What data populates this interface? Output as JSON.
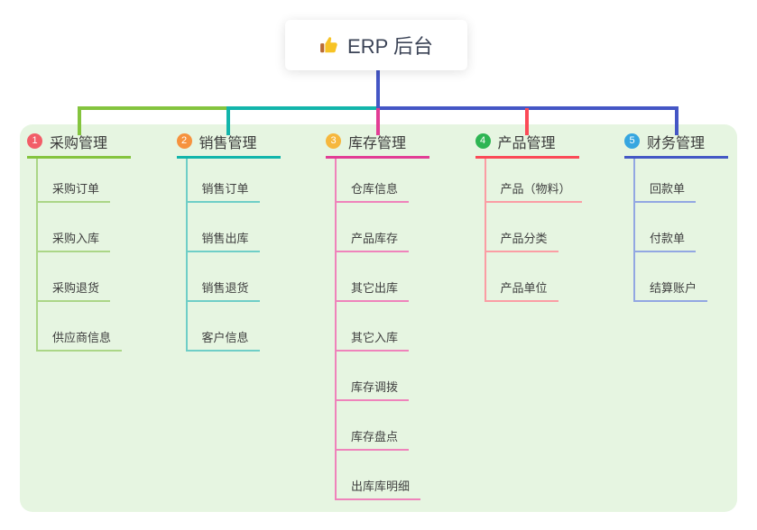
{
  "root": {
    "label": "ERP 后台",
    "icon": "thumbs-up-icon"
  },
  "branches": [
    {
      "num": "1",
      "label": "采购管理",
      "badge_color": "#f25d68",
      "line_color": "#84c43e",
      "child_line_color": "#abd687",
      "children": [
        "采购订单",
        "采购入库",
        "采购退货",
        "供应商信息"
      ]
    },
    {
      "num": "2",
      "label": "销售管理",
      "badge_color": "#f6923e",
      "line_color": "#12b5ab",
      "child_line_color": "#6fcec7",
      "children": [
        "销售订单",
        "销售出库",
        "销售退货",
        "客户信息"
      ]
    },
    {
      "num": "3",
      "label": "库存管理",
      "badge_color": "#f6b73d",
      "line_color": "#e23d95",
      "child_line_color": "#ef83bb",
      "children": [
        "仓库信息",
        "产品库存",
        "其它出库",
        "其它入库",
        "库存调拨",
        "库存盘点",
        "出库库明细"
      ]
    },
    {
      "num": "4",
      "label": "产品管理",
      "badge_color": "#2eb553",
      "line_color": "#fb4a57",
      "child_line_color": "#fb9da4",
      "children": [
        "产品（物料）",
        "产品分类",
        "产品单位"
      ]
    },
    {
      "num": "5",
      "label": "财务管理",
      "badge_color": "#36a6e0",
      "line_color": "#4458c5",
      "child_line_color": "#92a7e2",
      "children": [
        "回款单",
        "付款单",
        "结算账户"
      ]
    }
  ],
  "connectors": {
    "root_color": "#4456c5",
    "bus_colors": [
      "#84c43e",
      "#12b5ab",
      "#4456c5"
    ],
    "drop_colors": [
      "#84c43e",
      "#12b5ab",
      "#e23d95",
      "#fb4a57",
      "#4456c5"
    ]
  },
  "canvas": {
    "background": "#ffffff",
    "panel_color": "#e6f5e1"
  }
}
